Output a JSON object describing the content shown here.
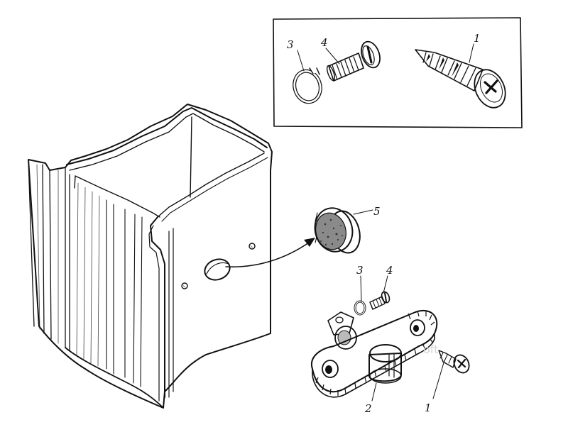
{
  "callouts": {
    "inset_spring_washer": "3",
    "inset_bolt": "4",
    "inset_screw": "1",
    "knob": "5",
    "spring_washer": "3",
    "bolt": "4",
    "plate": "2",
    "screw": "1"
  },
  "watermark": "oft"
}
